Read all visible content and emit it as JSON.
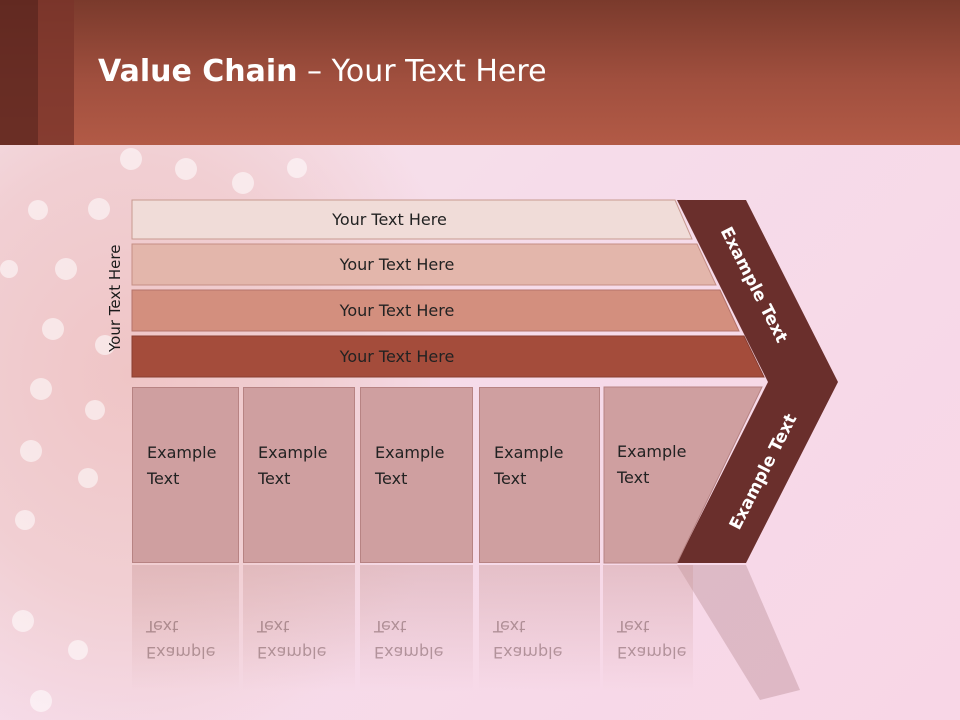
{
  "slide": {
    "title_bold": "Value Chain",
    "title_rest": " – Your Text Here",
    "side_label": "Your Text Here",
    "bars": [
      {
        "label": "Your Text Here",
        "color": "#f0dcd8"
      },
      {
        "label": "Your Text Here",
        "color": "#e3b6ab"
      },
      {
        "label": "Your Text Here",
        "color": "#d38f7e"
      },
      {
        "label": "Your Text Here",
        "color": "#a44c3b"
      }
    ],
    "chevron_top_text": "Example Text",
    "chevron_bottom_text": "Example Text",
    "boxes": [
      {
        "line1": "Example",
        "line2": "Text"
      },
      {
        "line1": "Example",
        "line2": "Text"
      },
      {
        "line1": "Example",
        "line2": "Text"
      },
      {
        "line1": "Example",
        "line2": "Text"
      },
      {
        "line1": "Example",
        "line2": "Text"
      }
    ],
    "colors": {
      "chevron": "#6a2f2c",
      "box": "#cf9fa0",
      "header": "#a04f3e"
    }
  }
}
